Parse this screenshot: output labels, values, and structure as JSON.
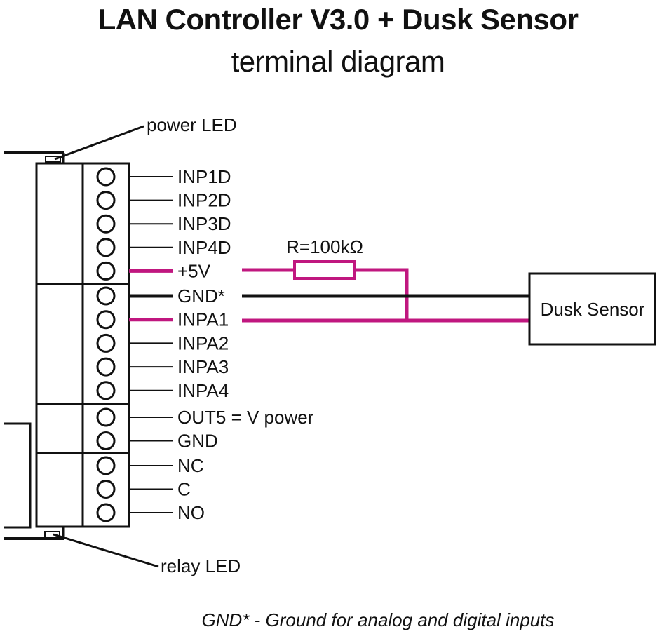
{
  "title": "LAN Controller V3.0 + Dusk Sensor",
  "subtitle": "terminal diagram",
  "leds": {
    "power": "power LED",
    "relay": "relay LED"
  },
  "terminals": [
    {
      "label": "INP1D",
      "wire": "none"
    },
    {
      "label": "INP2D",
      "wire": "none"
    },
    {
      "label": "INP3D",
      "wire": "none"
    },
    {
      "label": "INP4D",
      "wire": "none"
    },
    {
      "label": "+5V",
      "wire": "magenta"
    },
    {
      "label": "GND*",
      "wire": "black"
    },
    {
      "label": "INPA1",
      "wire": "magenta"
    },
    {
      "label": "INPA2",
      "wire": "none"
    },
    {
      "label": "INPA3",
      "wire": "none"
    },
    {
      "label": "INPA4",
      "wire": "none"
    },
    {
      "label": "OUT5 = V power",
      "wire": "none"
    },
    {
      "label": "GND",
      "wire": "none"
    },
    {
      "label": "NC",
      "wire": "none"
    },
    {
      "label": "C",
      "wire": "none"
    },
    {
      "label": "NO",
      "wire": "none"
    }
  ],
  "resistor": {
    "label": "R=100kΩ"
  },
  "sensor": {
    "label": "Dusk Sensor"
  },
  "footnote": "GND* - Ground for analog and digital inputs",
  "colors": {
    "wire_signal": "#c0177f",
    "wire_ground": "#111111",
    "outline": "#111111"
  }
}
